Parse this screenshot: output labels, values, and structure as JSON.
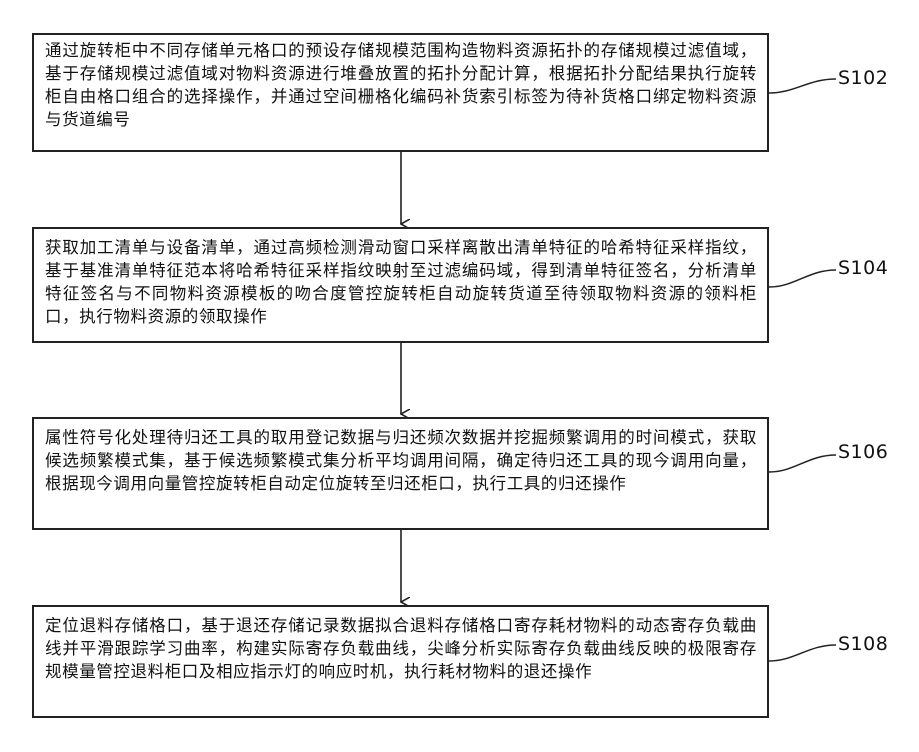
{
  "steps": [
    {
      "id": "S102",
      "text": "通过旋转柜中不同存储单元格口的预设存储规模范围构造物料资源拓扑的存储规模过滤值域，基于存储规模过滤值域对物料资源进行堆叠放置的拓扑分配计算，根据拓扑分配结果执行旋转柜自由格口组合的选择操作，并通过空间栅格化编码补货索引标签为待补货格口绑定物料资源与货道编号"
    },
    {
      "id": "S104",
      "text": "获取加工清单与设备清单，通过高频检测滑动窗口采样离散出清单特征的哈希特征采样指纹，基于基准清单特征范本将哈希特征采样指纹映射至过滤编码域，得到清单特征签名，分析清单特征签名与不同物料资源模板的吻合度管控旋转柜自动旋转货道至待领取物料资源的领料柜口，执行物料资源的领取操作"
    },
    {
      "id": "S106",
      "text": "属性符号化处理待归还工具的取用登记数据与归还频次数据并挖掘频繁调用的时间模式，获取候选频繁模式集，基于候选频繁模式集分析平均调用间隔，确定待归还工具的现今调用向量，根据现今调用向量管控旋转柜自动定位旋转至归还柜口，执行工具的归还操作"
    },
    {
      "id": "S108",
      "text": "定位退料存储格口，基于退还存储记录数据拟合退料存储格口寄存耗材物料的动态寄存负载曲线并平滑跟踪学习曲率，构建实际寄存负载曲线，尖峰分析实际寄存负载曲线反映的极限寄存规模量管控退料柜口及相应指示灯的响应时机，执行耗材物料的退还操作"
    }
  ]
}
